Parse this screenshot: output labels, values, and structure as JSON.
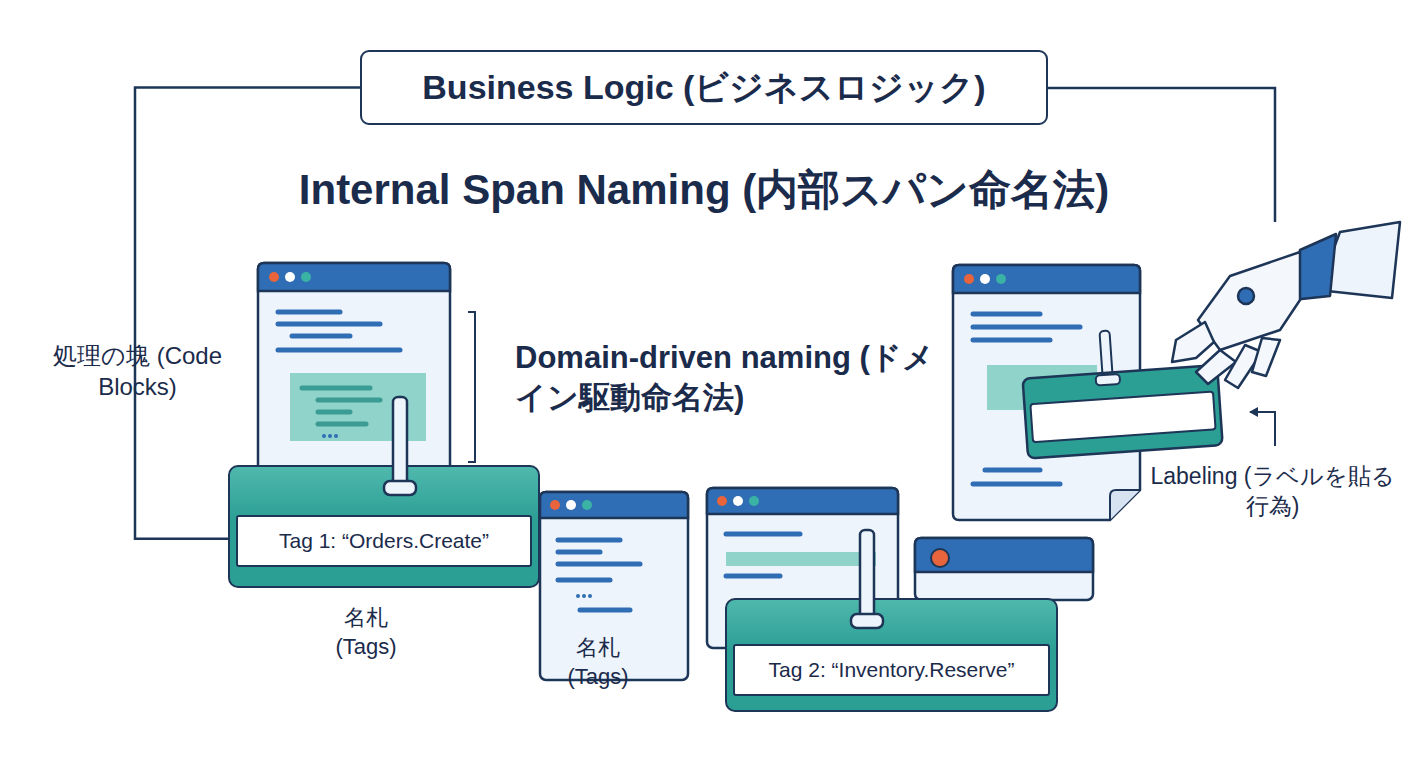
{
  "diagram": {
    "title": "Internal Span Naming (内部スパン命名法)",
    "nodes": [
      {
        "text": [
          "Business Logic (ビジネスロジック)"
        ]
      },
      {
        "text": [
          "Tag 1: “Orders.Create”"
        ]
      },
      {
        "text": [
          "Tag 2: “Inventory.Reserve”"
        ]
      }
    ],
    "edges": [
      {
        "from": 0,
        "to": 1,
        "arrow": "none"
      }
    ],
    "labels": [
      "処理の塊 (Code Blocks)",
      "Domain-driven naming (ドメイン駆動命名法)",
      "名札 (Tags)",
      "名札 (Tags)",
      "Labeling (ラベルを貼る行為)"
    ]
  }
}
